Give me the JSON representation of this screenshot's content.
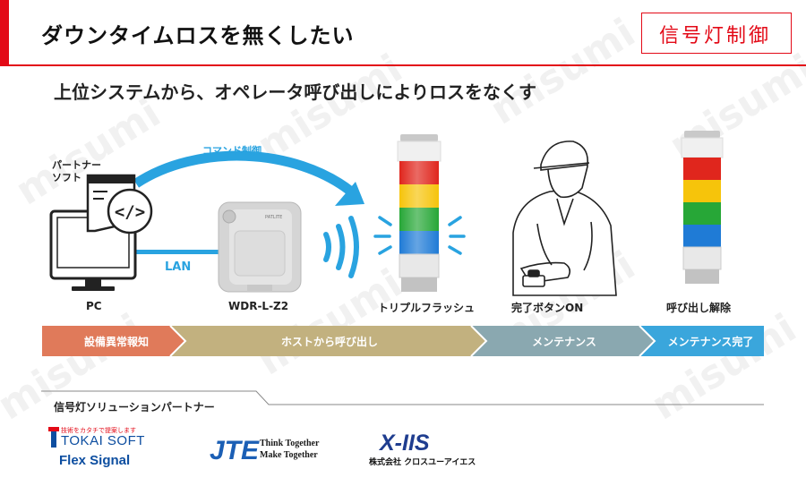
{
  "header": {
    "title": "ダウンタイムロスを無くしたい",
    "category": "信号灯制御"
  },
  "subtitle": "上位システムから、オペレータ呼び出しによりロスをなくす",
  "diagram": {
    "pc_software_label_line1": "パートナー",
    "pc_software_label_line2": "ソフト",
    "command_label": "コマンド制御",
    "lan_label": "LAN",
    "device_brand": "PATLITE",
    "captions": {
      "pc": "PC",
      "receiver": "WDR-L-Z2",
      "triple_flash": "トリプルフラッシュ",
      "complete_button": "完了ボタンON",
      "release": "呼び出し解除"
    }
  },
  "flow": {
    "stages": [
      {
        "label": "設備異常報知",
        "color": "#e07a5a"
      },
      {
        "label": "ホストから呼び出し",
        "color": "#c2b17f"
      },
      {
        "label": "メンテナンス",
        "color": "#8aa8b0"
      },
      {
        "label": "メンテナンス完了",
        "color": "#3aa6dc"
      }
    ]
  },
  "partners": {
    "title": "信号灯ソリューションパートナー",
    "tokai": {
      "slogan": "技術をカタチで提案します",
      "name": "TOKAI SOFT",
      "product": "Flex Signal"
    },
    "jte": {
      "logo": "JTE",
      "line1": "Think Together",
      "line2": "Make Together"
    },
    "xis": {
      "logo": "X-IIS",
      "company": "株式会社 クロスユーアイエス"
    }
  },
  "watermark": "misumi",
  "colors": {
    "accent_red": "#e30a17",
    "arrow_blue": "#29a3e0"
  }
}
